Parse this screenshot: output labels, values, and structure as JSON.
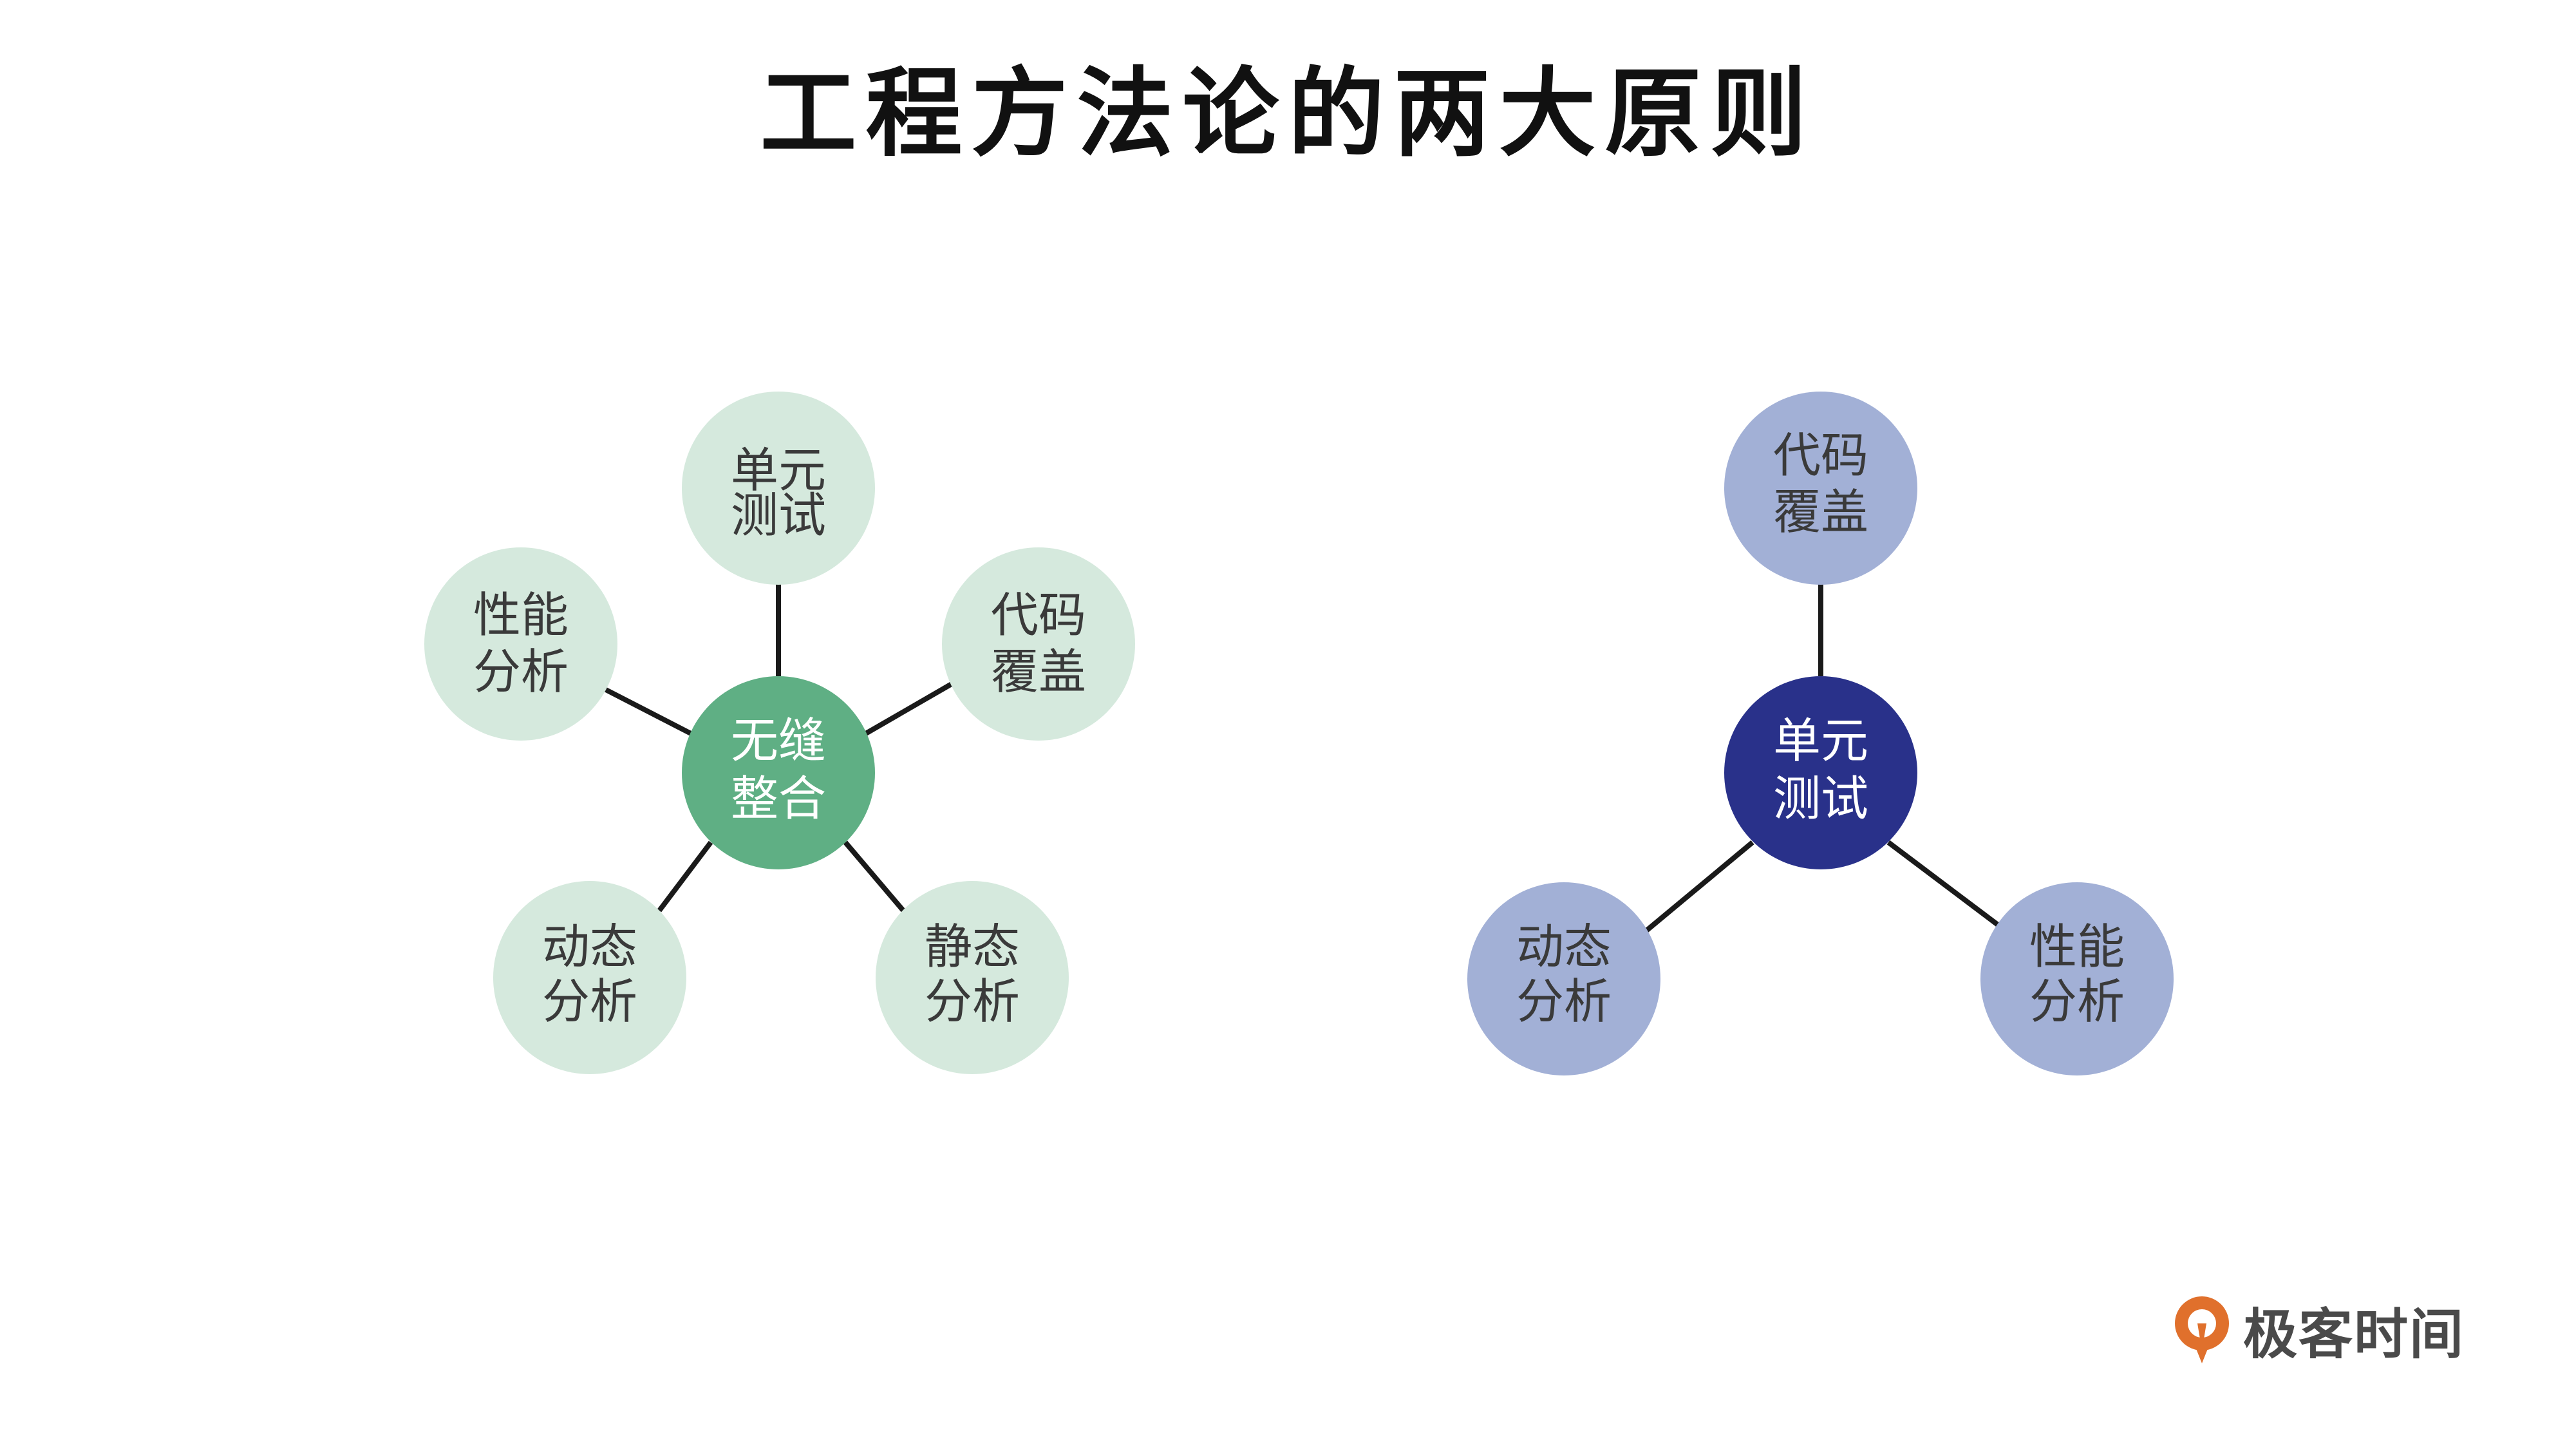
{
  "title": "工程方法论的两大原则",
  "colors": {
    "left_center": "#5faf84",
    "left_satellite": "#d5e9dd",
    "right_center": "#29318a",
    "right_satellite": "#a2b0d6",
    "connector": "#1a1a1a",
    "dark_text": "#3a3a3a",
    "light_text": "#ffffff",
    "logo_orange": "#e0702c"
  },
  "left_diagram": {
    "center": {
      "line1": "无缝",
      "line2": "整合"
    },
    "satellites": [
      {
        "line1": "单元",
        "line2": "测试"
      },
      {
        "line1": "代码",
        "line2": "覆盖"
      },
      {
        "line1": "静态",
        "line2": "分析"
      },
      {
        "line1": "动态",
        "line2": "分析"
      },
      {
        "line1": "性能",
        "line2": "分析"
      }
    ]
  },
  "right_diagram": {
    "center": {
      "line1": "单元",
      "line2": "测试"
    },
    "satellites": [
      {
        "line1": "代码",
        "line2": "覆盖"
      },
      {
        "line1": "性能",
        "line2": "分析"
      },
      {
        "line1": "动态",
        "line2": "分析"
      }
    ]
  },
  "brand": {
    "name": "极客时间",
    "icon": "geektime-logo-icon"
  }
}
